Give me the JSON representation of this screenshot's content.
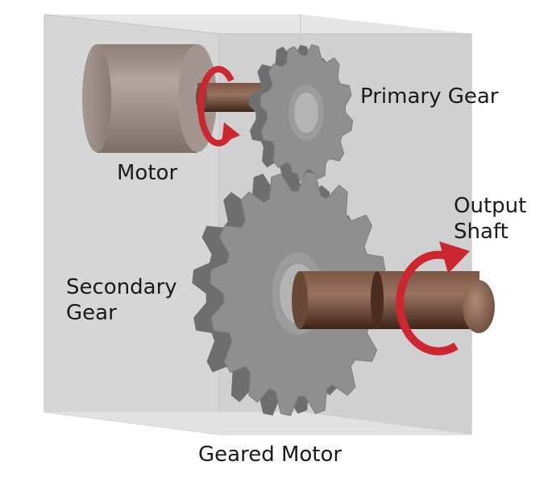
{
  "diagram": {
    "title": "Geared Motor",
    "labels": {
      "primary_gear": "Primary Gear",
      "motor": "Motor",
      "output_shaft_line1": "Output",
      "output_shaft_line2": "Shaft",
      "secondary_gear_line1": "Secondary",
      "secondary_gear_line2": "Gear"
    },
    "components": {
      "primary_gear": {
        "teeth": 12
      },
      "secondary_gear": {
        "teeth": 16
      }
    },
    "colors": {
      "housing": "#d4d4d4",
      "housing_edge": "#b8b8b8",
      "gear_face": "#8f8f8f",
      "gear_side": "#6e6e6e",
      "motor_body": "#9a8c84",
      "shaft": "#5a3a2c",
      "rotation_arrow": "#cc2630"
    }
  }
}
